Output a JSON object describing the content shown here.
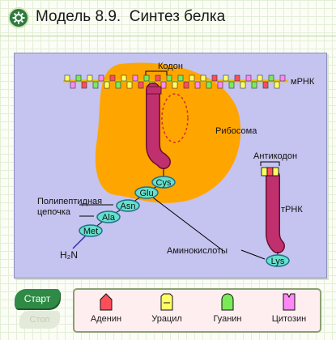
{
  "header": {
    "title": "Модель 8.9.  Синтез белка"
  },
  "diagram": {
    "codon_label": "Кодон",
    "mrna_label": "мРНК",
    "ribosome_label": "Рибосома",
    "anticodon_label": "Антикодон",
    "trna_label": "тРНК",
    "chain_label_line1": "Полипептидная",
    "chain_label_line2": "цепочка",
    "amino_label": "Аминокислоты",
    "n_terminus": "H₂N",
    "amino_acids": [
      "Cys",
      "Glu",
      "Asn",
      "Ala",
      "Met"
    ],
    "free_amino_acid": "Lys"
  },
  "controls": {
    "start_label": "Старт",
    "stop_label": "Стоп"
  },
  "legend": {
    "items": [
      {
        "label": "Аденин",
        "color": "#ff4d5a"
      },
      {
        "label": "Урацил",
        "color": "#ffff66"
      },
      {
        "label": "Гуанин",
        "color": "#7bea58"
      },
      {
        "label": "Цитозин",
        "color": "#ff88f4"
      }
    ]
  },
  "colors": {
    "ribosome": "#ffa500",
    "trna": "#c0306e",
    "amino_acid": "#66e0cc",
    "panel": "#c5c3ef"
  }
}
